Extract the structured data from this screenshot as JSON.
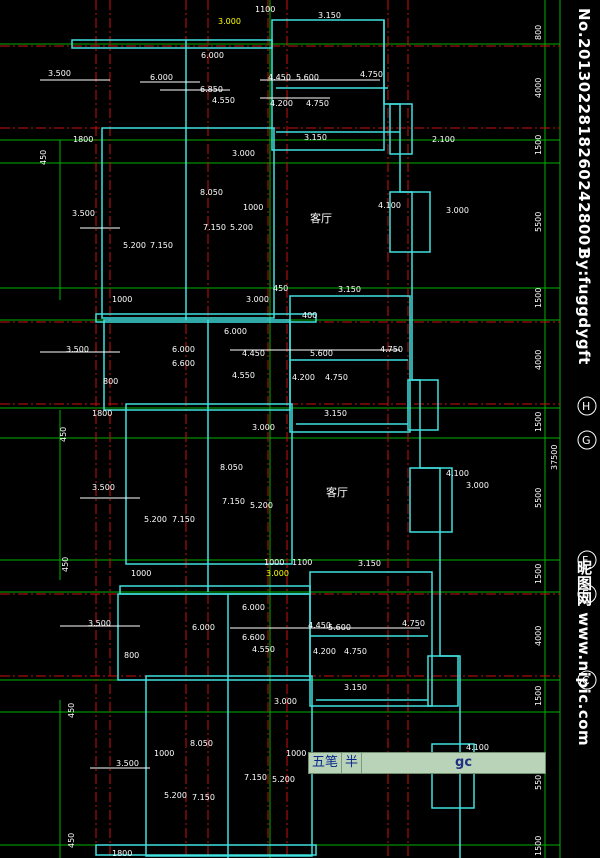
{
  "drawing": {
    "units_top_block": {
      "d_3000_top": "3.000",
      "d_1100_top": "1100",
      "d_3150_top": "3.150",
      "d_3500_a": "3.500",
      "d_6000_a": "6.000",
      "d_6000_b": "6.000",
      "d_6850": "6.850",
      "d_4450_a": "4.450",
      "d_5600_a": "5.600",
      "d_4750_a": "4.750",
      "d_4550_a": "4.550",
      "d_4200_a": "4.200",
      "d_4750_b": "4.750",
      "d_1800_a": "1800",
      "d_3150_b": "3.150",
      "d_2100": "2.100",
      "d_3000_b": "3.000",
      "d_8050_a": "8.050",
      "d_1000_a": "1000",
      "d_3500_b": "3.500",
      "d_4100_a": "4.100",
      "d_3000_c": "3.000",
      "d_5200_a": "5.200",
      "d_7150_a": "7.150",
      "d_7150_b": "7.150",
      "d_5200_b": "5.200",
      "d_1000_b": "1000",
      "d_3000_d": "3.000",
      "d_450_a": "450",
      "d_3150_c": "3.150",
      "d_450_b": "450",
      "d_400_a": "400"
    },
    "units_mid_block": {
      "d_3500_c": "3.500",
      "d_6000_c": "6.000",
      "d_6000_d": "6.000",
      "d_6600_a": "6.600",
      "d_4450_b": "4.450",
      "d_5600_b": "5.600",
      "d_4750_c": "4.750",
      "d_800_a": "800",
      "d_4550_b": "4.550",
      "d_4200_b": "4.200",
      "d_4750_d": "4.750",
      "d_1800_b": "1800",
      "d_3150_d": "3.150",
      "d_3000_e": "3.000",
      "d_8050_b": "8.050",
      "d_3500_d": "3.500",
      "d_4100_b": "4.100",
      "d_3000_f": "3.000",
      "d_7150_c": "7.150",
      "d_5200_c": "5.200",
      "d_5200_d": "5.200",
      "d_7150_d": "7.150",
      "d_1000_c": "1000",
      "d_1100_b": "1100",
      "d_3000_g": "3.000",
      "d_3150_e": "3.150",
      "d_1000_d": "1000",
      "d_450_c": "450",
      "d_450_d": "450"
    },
    "units_low_block": {
      "d_3500_e": "3.500",
      "d_6000_e": "6.000",
      "d_6000_f": "6.000",
      "d_6600_b": "6.600",
      "d_4450_c": "4.450",
      "d_5600_c": "5.600",
      "d_4750_e": "4.750",
      "d_800_b": "800",
      "d_4550_c": "4.550",
      "d_4200_c": "4.200",
      "d_4750_f": "4.750",
      "d_3150_f": "3.150",
      "d_3000_h": "3.000",
      "d_8050_c": "8.050",
      "d_1000_e": "1000",
      "d_1000_f": "1000",
      "d_3500_f": "3.500",
      "d_4100_c": "4.100",
      "d_5200_e": "5.200",
      "d_7150_e": "7.150",
      "d_7150_f": "7.150",
      "d_5200_f": "5.200",
      "d_450_e": "450",
      "d_450_f": "450",
      "d_1800_c": "1800"
    },
    "room_labels": [
      "客厅",
      "客厅"
    ],
    "right_dims": [
      "800",
      "4000",
      "1500",
      "5500",
      "1500",
      "4000",
      "1500",
      "5500",
      "1500",
      "4000",
      "1500",
      "550",
      "1500"
    ],
    "total_dim": "37500",
    "axis_bubbles": [
      "H",
      "G",
      "F",
      "E",
      "C"
    ]
  },
  "ime_bar": {
    "mode_label": "五笔",
    "width_label": "半",
    "input_text": "gc"
  },
  "watermark": {
    "id_text": "No.20130228182602428001",
    "author_text": "By:fuggdygft",
    "site_text": "昵图网 www.nipic.com"
  },
  "colors": {
    "background": "#000000",
    "green_grid": "#00c000",
    "red_axis": "#d01010",
    "cyan_wall": "#40e0e0",
    "white_dim": "#ffffff",
    "yellow_text": "#ffff00"
  }
}
